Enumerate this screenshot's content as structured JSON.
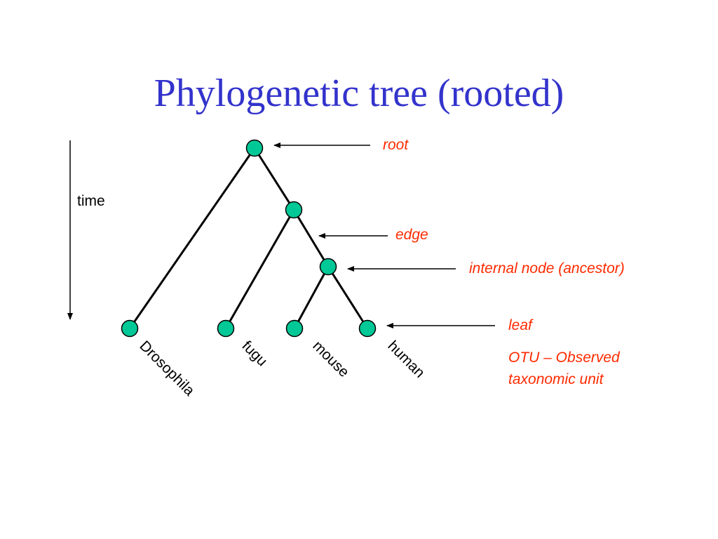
{
  "title": "Phylogenetic tree (rooted)",
  "colors": {
    "title": "#3333cc",
    "node_fill": "#00c896",
    "annotation": "#ff2a00",
    "line": "#000000"
  },
  "time_label": "time",
  "leaves": {
    "drosophila": "Drosophila",
    "fugu": "fugu",
    "mouse": "mouse",
    "human": "human"
  },
  "annotations": {
    "root": "root",
    "edge": "edge",
    "internal_node": "internal node (ancestor)",
    "leaf": "leaf",
    "otu_line1": "OTU – Observed",
    "otu_line2": "taxonomic unit"
  }
}
